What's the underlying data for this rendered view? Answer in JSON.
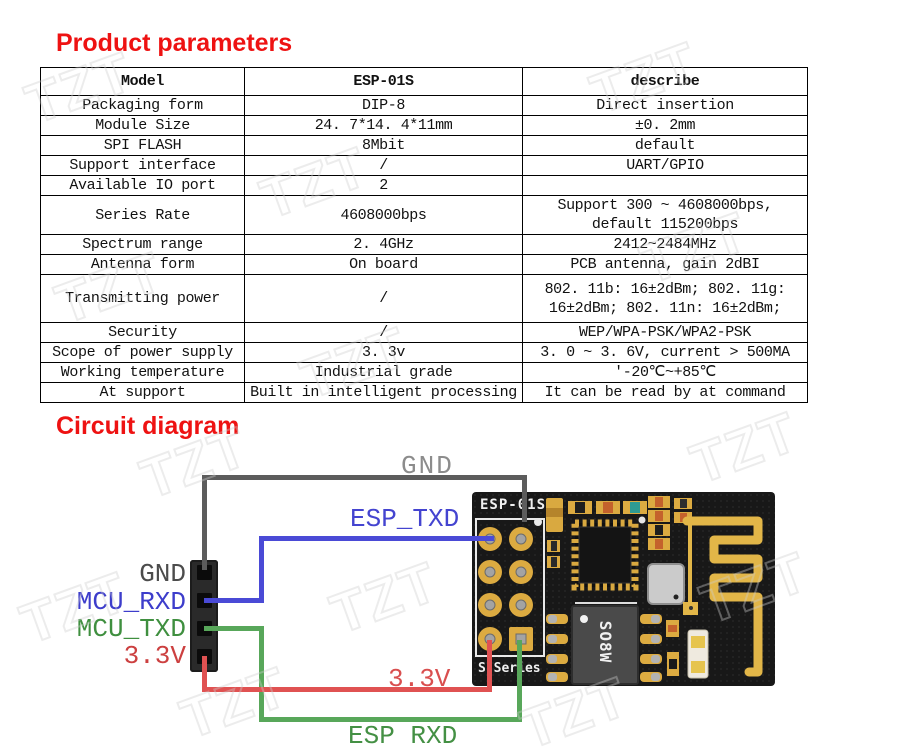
{
  "watermark": {
    "text": "TZT"
  },
  "sections": {
    "product_title": "Product parameters",
    "circuit_title": "Circuit diagram"
  },
  "table": {
    "headers": [
      "Model",
      "ESP-01S",
      "describe"
    ],
    "rows": [
      [
        "Packaging form",
        "DIP-8",
        "Direct insertion"
      ],
      [
        "Module Size",
        "24. 7*14. 4*11mm",
        "±0. 2mm"
      ],
      [
        "SPI FLASH",
        "8Mbit",
        "default"
      ],
      [
        "Support interface",
        "/",
        "UART/GPIO"
      ],
      [
        "Available IO port",
        "2",
        ""
      ],
      [
        "Series Rate",
        "4608000bps",
        "Support 300 ~ 4608000bps,\ndefault 115200bps"
      ],
      [
        "Spectrum range",
        "2. 4GHz",
        "2412~2484MHz"
      ],
      [
        "Antenna form",
        "On board",
        "PCB antenna, gain 2dBI"
      ],
      [
        "Transmitting power",
        "/",
        "802. 11b: 16±2dBm; 802. 11g:\n16±2dBm; 802. 11n: 16±2dBm;"
      ],
      [
        "Security",
        "/",
        "WEP/WPA-PSK/WPA2-PSK"
      ],
      [
        "Scope of power supply",
        "3. 3v",
        "3. 0 ~ 3. 6V, current > 500MA"
      ],
      [
        "Working temperature",
        "Industrial grade",
        "'-20℃~+85℃"
      ],
      [
        "At support",
        "Built in intelligent processing",
        "It can be read by at command"
      ]
    ]
  },
  "diagram": {
    "top_gnd": "GND",
    "esp_txd": "ESP_TXD",
    "pin_labels": [
      "GND",
      "MCU_RXD",
      "MCU_TXD",
      "3.3V"
    ],
    "bottom_33v": "3.3V",
    "esp_rxd": "ESP RXD",
    "module": {
      "name": "ESP-01S",
      "series": "S Series",
      "flash_chip": "SO8W"
    },
    "colors": {
      "accent_red": "#ee1212",
      "gnd_wire": "#5c5c5c",
      "rxd_wire": "#4a4ad6",
      "txd_wire": "#58a75a",
      "power_wire": "#e05252",
      "pcb_gold": "#e2b648"
    }
  }
}
